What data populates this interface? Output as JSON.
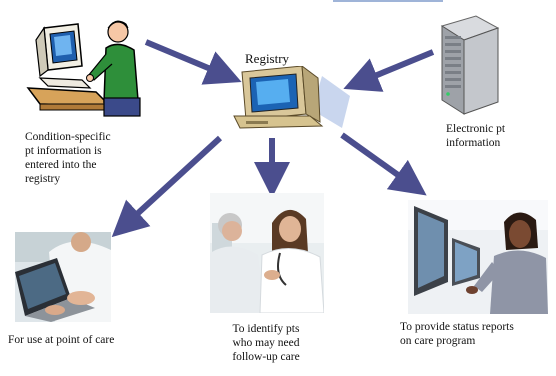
{
  "center": {
    "label": "Registry"
  },
  "sources": {
    "clinician": {
      "caption": [
        "Condition-specific",
        "pt information is",
        "entered into the",
        "registry"
      ],
      "icon": "person-at-computer-icon"
    },
    "ehr": {
      "caption": [
        "Electronic pt",
        "information"
      ],
      "icon": "server-tower-icon"
    }
  },
  "outputs": [
    {
      "caption": [
        "For use at point of care"
      ],
      "image": "clinician-using-laptop-photo"
    },
    {
      "caption": [
        "To identify pts",
        "who may need",
        "follow-up care"
      ],
      "image": "doctor-with-elderly-patient-photo"
    },
    {
      "caption": [
        "To provide status reports",
        "on care program"
      ],
      "image": "woman-at-computer-photo"
    }
  ],
  "colors": {
    "arrow": "#4b4e8e",
    "accent": "#9fb4d8"
  }
}
